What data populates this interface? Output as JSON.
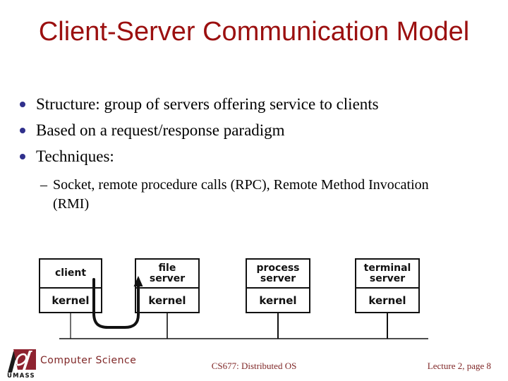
{
  "slide": {
    "title": "Client-Server Communication Model",
    "bullets": [
      {
        "label": "Structure: group of servers offering service to clients"
      },
      {
        "label": "Based on a request/response paradigm"
      },
      {
        "label": "Techniques:"
      }
    ],
    "sub_bullets": [
      {
        "dash": "–",
        "label": "Socket, remote procedure calls (RPC), Remote Method Invocation (RMI)"
      }
    ]
  },
  "diagram": {
    "machines": [
      {
        "top": "client",
        "bottom": "kernel"
      },
      {
        "top": "file\nserver",
        "bottom": "kernel"
      },
      {
        "top": "process\nserver",
        "bottom": "kernel"
      },
      {
        "top": "terminal\nserver",
        "bottom": "kernel"
      }
    ]
  },
  "footer": {
    "logo_text": "UMASS",
    "department": "Computer Science",
    "course": "CS677: Distributed OS",
    "page": "Lecture 2, page 8"
  },
  "colors": {
    "title_text": "#9b0f0f",
    "footer_text": "#7f2626",
    "bullet_dot": "#30308c",
    "logo_maroon": "#8e2330",
    "diagram_ink": "#111111"
  }
}
